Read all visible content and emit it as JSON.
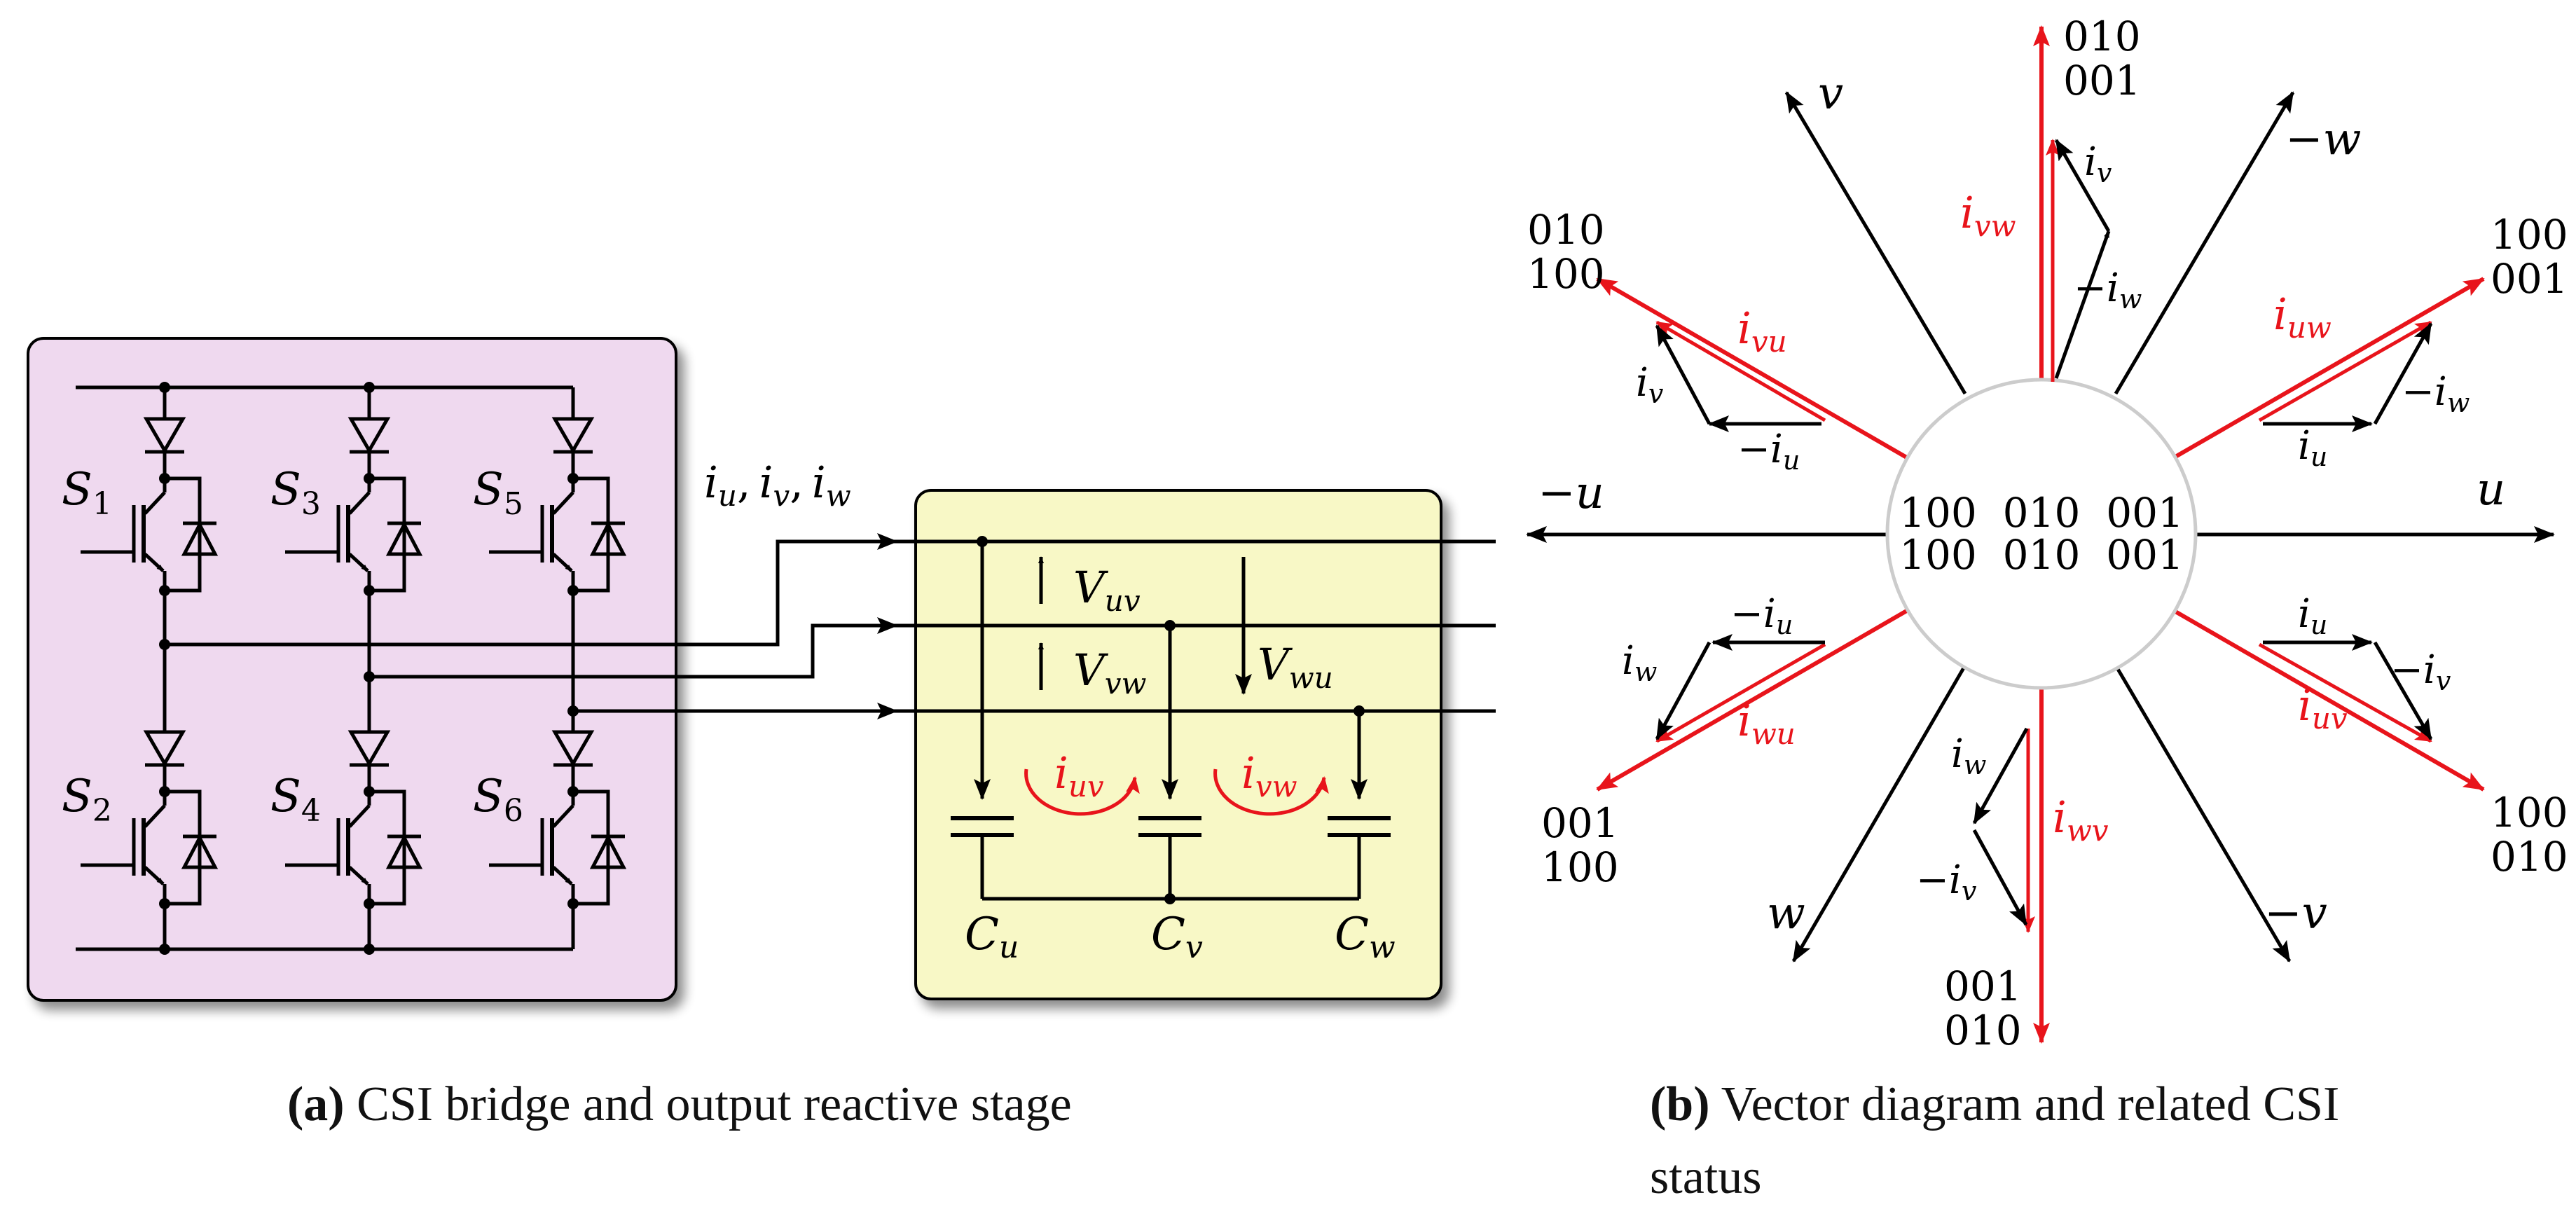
{
  "panel_a": {
    "switches": [
      "S",
      "S",
      "S",
      "S",
      "S",
      "S"
    ],
    "switch_subscripts": [
      "1",
      "3",
      "5",
      "2",
      "4",
      "6"
    ],
    "currents": {
      "i": "i",
      "u": "u",
      "v": "v",
      "w": "w",
      "sep": ","
    },
    "voltages": [
      {
        "V": "V",
        "sub": "uv"
      },
      {
        "V": "V",
        "sub": "vw"
      },
      {
        "V": "V",
        "sub": "wu"
      }
    ],
    "loop_currents": [
      {
        "i": "i",
        "sub": "uv"
      },
      {
        "i": "i",
        "sub": "vw"
      }
    ],
    "capacitors": [
      {
        "C": "C",
        "sub": "u"
      },
      {
        "C": "C",
        "sub": "v"
      },
      {
        "C": "C",
        "sub": "w"
      }
    ],
    "caption_label": "(a)",
    "caption_text": " CSI bridge and output reactive stage"
  },
  "panel_b": {
    "center_codes": {
      "row1": "100  010  001",
      "row2": "100  010  001"
    },
    "axes": {
      "u": "u",
      "neg_u": "−u",
      "v": "v",
      "neg_v": "−v",
      "w": "w",
      "neg_w": "−w"
    },
    "vectors": [
      {
        "name": "i",
        "sub": "vw",
        "code_top": "010",
        "code_bottom": "001"
      },
      {
        "name": "i",
        "sub": "uw",
        "code_top": "100",
        "code_bottom": "001"
      },
      {
        "name": "i",
        "sub": "uv",
        "code_top": "100",
        "code_bottom": "010"
      },
      {
        "name": "i",
        "sub": "wv",
        "code_top": "001",
        "code_bottom": "010"
      },
      {
        "name": "i",
        "sub": "wu",
        "code_top": "001",
        "code_bottom": "100"
      },
      {
        "name": "i",
        "sub": "vu",
        "code_top": "010",
        "code_bottom": "100"
      }
    ],
    "components": {
      "i_u": "u",
      "i_v": "v",
      "i_w": "w",
      "minus_i_u": "u",
      "minus_i_v": "v",
      "minus_i_w": "w",
      "i": "i",
      "minus": "−"
    },
    "caption_label": "(b)",
    "caption_line1": " Vector diagram and related CSI",
    "caption_line2": "status"
  },
  "colors": {
    "red": "#e8141b",
    "pink_box": "#efd9ef",
    "yellow_box": "#f8f8c6",
    "black": "#000000",
    "circle": "#cccccc"
  }
}
